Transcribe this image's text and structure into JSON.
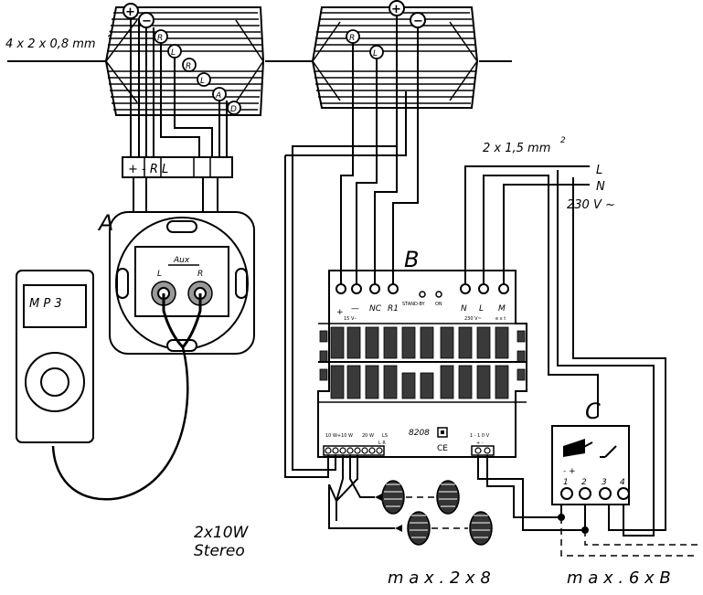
{
  "diagram": {
    "cable_top": {
      "text": "4 x 2 x 0,8 mm",
      "sup": "2"
    },
    "cable_power": {
      "text": "2 x 1,5 mm",
      "sup": "2"
    },
    "mains": {
      "l": "L",
      "n": "N",
      "voltage": "230 V ~"
    },
    "device_a": {
      "label": "A",
      "aux": "Aux",
      "left": "L",
      "right": "R",
      "terminals": "+ -   R L"
    },
    "mp3": {
      "label": "M P 3"
    },
    "device_b": {
      "label": "B",
      "terminals": [
        "+",
        "—",
        "NC",
        "R1",
        "N",
        "L",
        "M"
      ],
      "standby": "STAND-BY",
      "on": "ON",
      "v15": "15 V–",
      "v230": "230 V~",
      "ext": "e x t",
      "model": "8208",
      "ce": "CE",
      "out_label_1": "10 W+10 W",
      "out_label_2": "20 W",
      "out_label_3": "LS",
      "sub_lr": "L   R",
      "dim_label": "1 - 1 0 V",
      "dim_pm": "+ -"
    },
    "device_c": {
      "label": "C",
      "pm": "- +",
      "terminals": [
        "1",
        "2",
        "3",
        "4"
      ]
    },
    "cable_markers": {
      "plus": "+",
      "minus": "−",
      "box1": [
        "R",
        "L",
        "R",
        "L",
        "A",
        "D"
      ],
      "box2": [
        "R",
        "L"
      ]
    },
    "power": {
      "line1": "2x10W",
      "line2": "Stereo"
    },
    "max_speakers": "m a x . 2 x 8",
    "max_dimmers": "m a x . 6 x B"
  }
}
